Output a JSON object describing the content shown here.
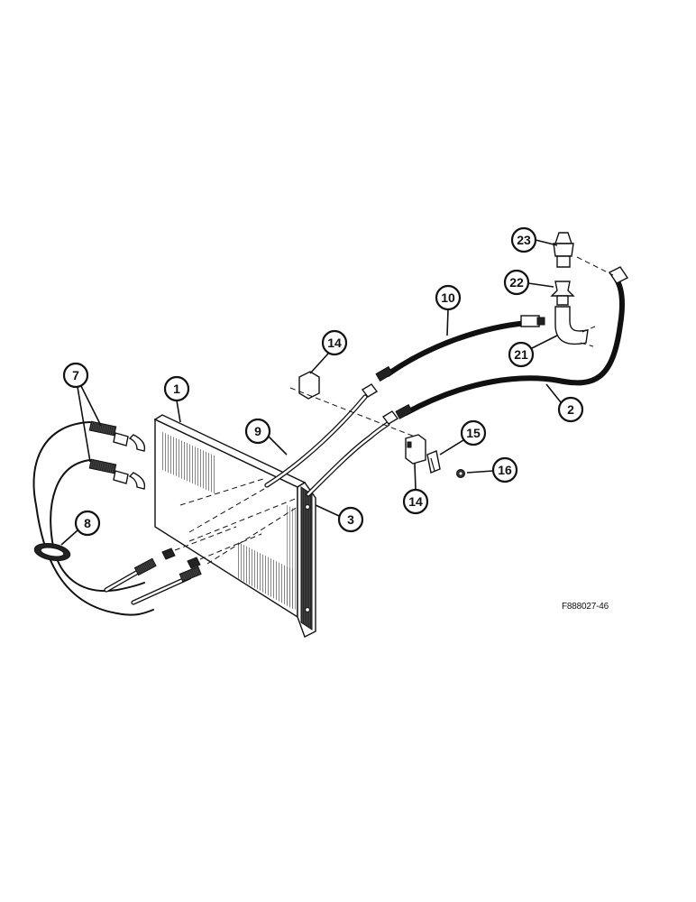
{
  "figure_code": "F888027-46",
  "callouts": [
    {
      "id": "c1",
      "label": "1"
    },
    {
      "id": "c2",
      "label": "2"
    },
    {
      "id": "c3",
      "label": "3"
    },
    {
      "id": "c7",
      "label": "7"
    },
    {
      "id": "c8",
      "label": "8"
    },
    {
      "id": "c9",
      "label": "9"
    },
    {
      "id": "c10",
      "label": "10"
    },
    {
      "id": "c14a",
      "label": "14"
    },
    {
      "id": "c14b",
      "label": "14"
    },
    {
      "id": "c15",
      "label": "15"
    },
    {
      "id": "c16",
      "label": "16"
    },
    {
      "id": "c21",
      "label": "21"
    },
    {
      "id": "c22",
      "label": "22"
    },
    {
      "id": "c23",
      "label": "23"
    }
  ]
}
